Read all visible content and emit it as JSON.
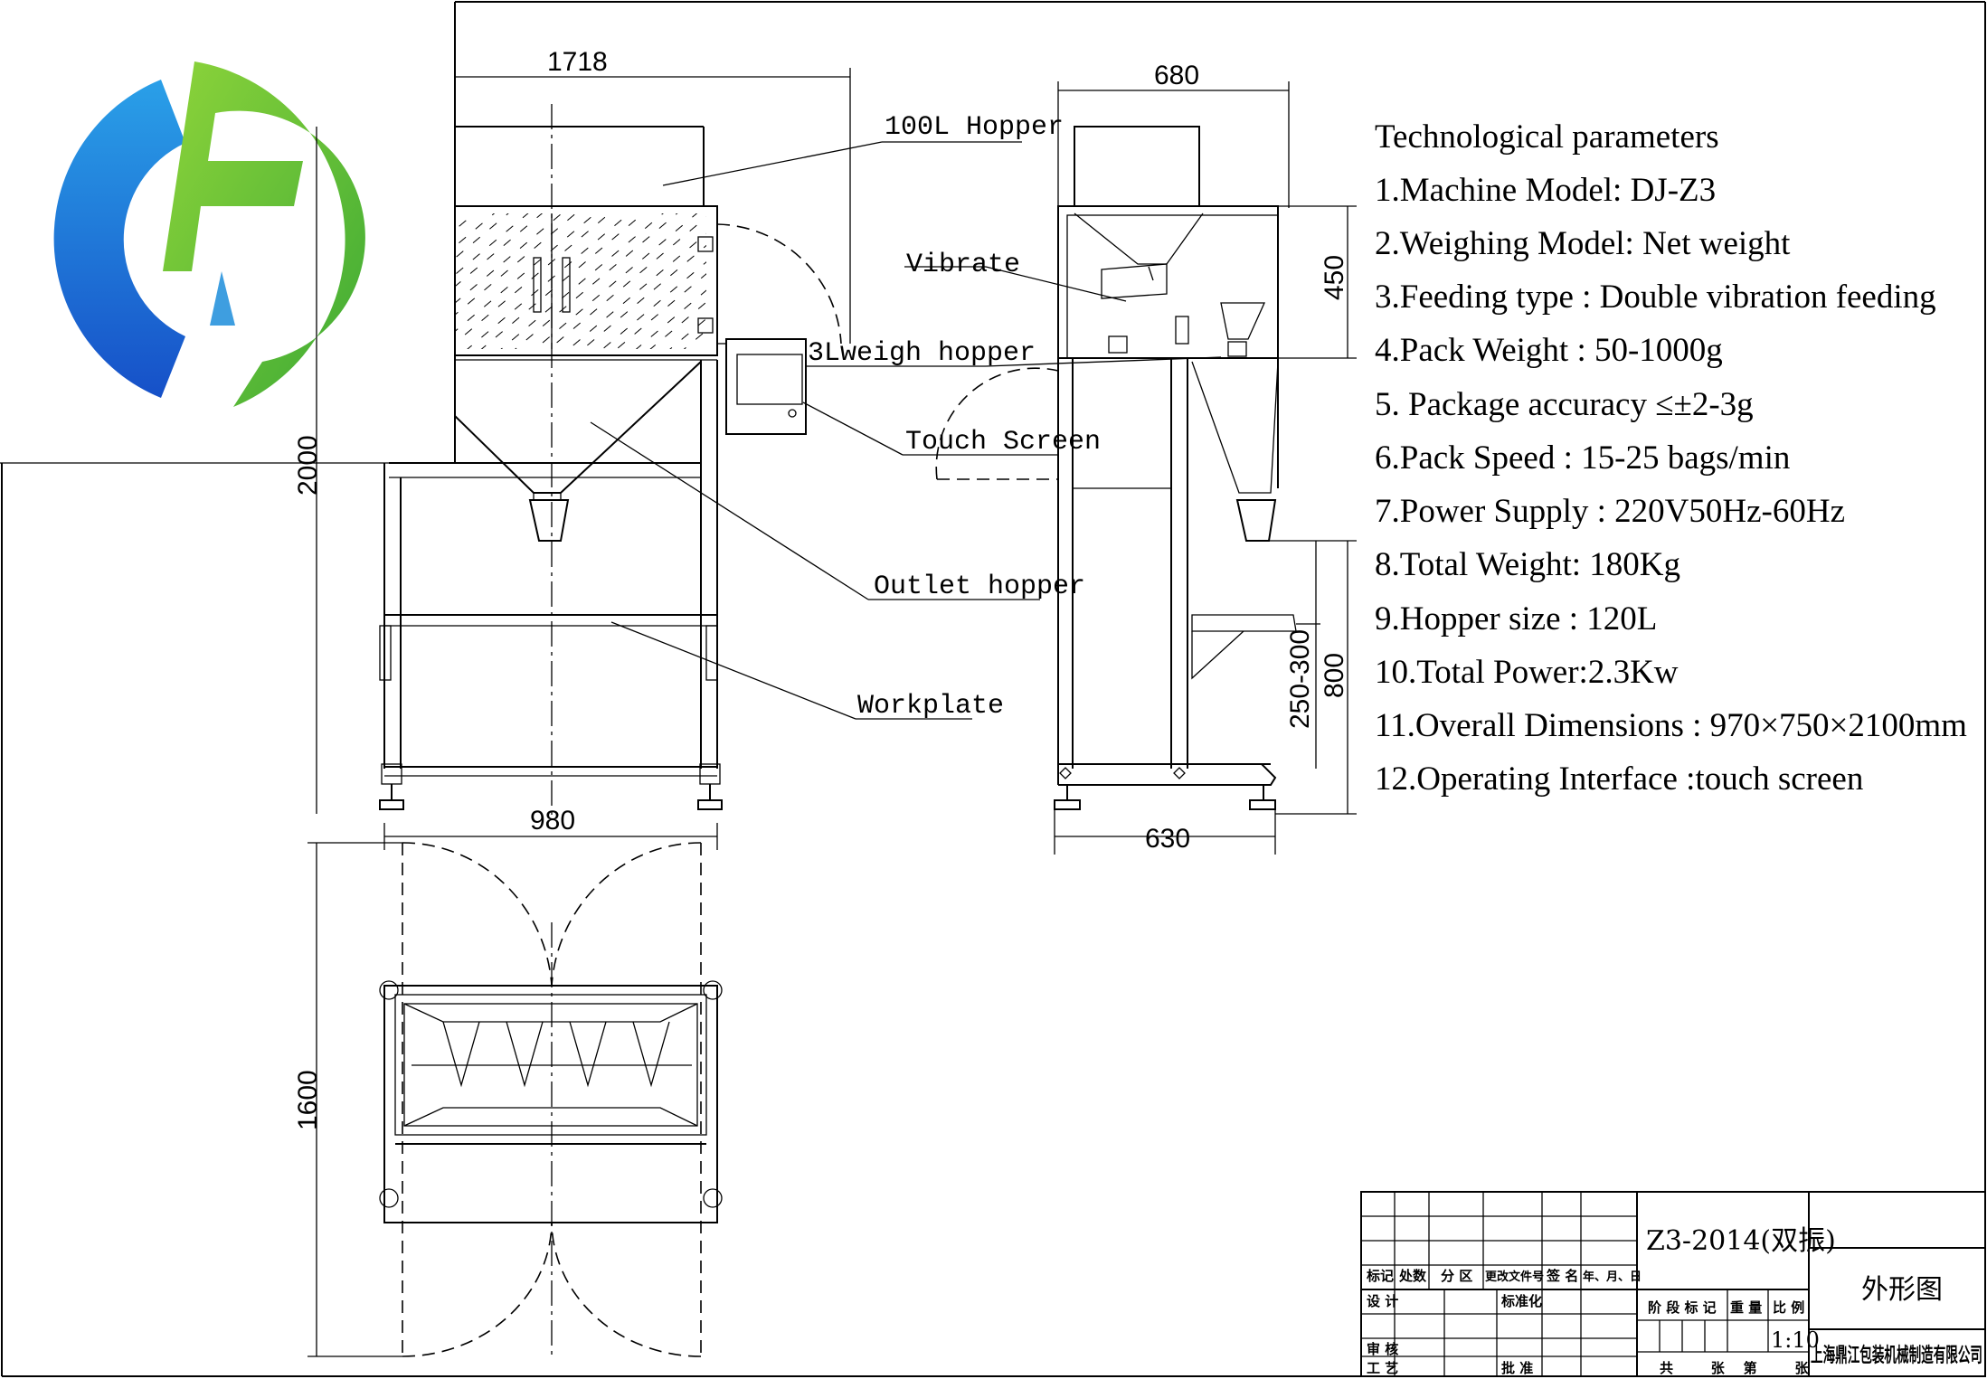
{
  "dimensions": {
    "d1718": "1718",
    "d680": "680",
    "d450": "450",
    "d2000": "2000",
    "d980": "980",
    "d630": "630",
    "d250_300": "250-300",
    "d800": "800",
    "d1600": "1600"
  },
  "labels": {
    "hopper": "100L Hopper",
    "vibrate": "Vibrate",
    "weigh_hopper": "3Lweigh hopper",
    "touch_screen": "Touch Screen",
    "outlet_hopper": "Outlet hopper",
    "workplate": "Workplate"
  },
  "parameters": {
    "title": "Technological  parameters",
    "items": [
      "1.Machine Model: DJ-Z3",
      "2.Weighing Model: Net weight",
      "3.Feeding type : Double vibration feeding",
      "4.Pack Weight : 50-1000g",
      "5. Package accuracy  ≤±2-3g",
      "6.Pack Speed :  15-25 bags/min",
      "7.Power Supply : 220V50Hz-60Hz",
      "8.Total Weight: 180Kg",
      "9.Hopper  size : 120L",
      "10.Total Power:2.3Kw",
      "11.Overall Dimensions : 970×750×2100mm",
      "12.Operating Interface  :touch screen"
    ]
  },
  "title_block": {
    "drawing_no": "Z3-2014(双振)",
    "drawing_name": "外形图",
    "scale": "1:10",
    "company": "上海鼎江包装机械制造有限公司",
    "cells": {
      "mark": "标记",
      "count": "处数",
      "zone": "分 区",
      "doc_no": "更改文件号",
      "sign": "签 名",
      "date": "年、月、日",
      "design": "设 计",
      "standardize": "标准化",
      "stage_mark": "阶 段 标 记",
      "weight": "重 量",
      "ratio": "比 例",
      "check": "审 核",
      "process": "工 艺",
      "approve": "批 准",
      "sheets": "共        张    第        张"
    }
  },
  "colors": {
    "logo_blue": "#1E78D6",
    "logo_green": "#6CC23A",
    "line": "#000000"
  }
}
